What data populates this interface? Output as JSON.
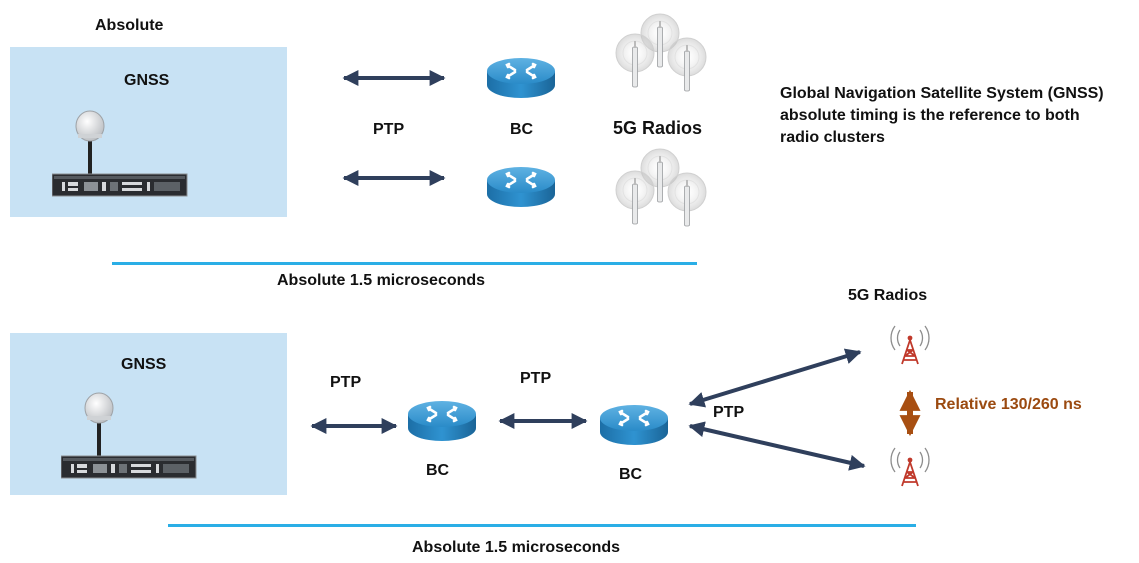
{
  "top": {
    "heading": "Absolute",
    "gnss_label": "GNSS",
    "ptp_label": "PTP",
    "bc_label": "BC",
    "radios_label": "5G Radios",
    "note": "Global Navigation Satellite System (GNSS) absolute timing is the reference to both radio clusters",
    "bottom_label": "Absolute 1.5 microseconds"
  },
  "bottom": {
    "gnss_label": "GNSS",
    "ptp_label_1": "PTP",
    "ptp_label_2": "PTP",
    "ptp_label_3": "PTP",
    "bc_label_1": "BC",
    "bc_label_2": "BC",
    "radios_label": "5G Radios",
    "relative_label": "Relative 130/260 ns",
    "bottom_label": "Absolute 1.5 microseconds"
  },
  "colors": {
    "box_fill": "#c8e2f4",
    "timeline": "#2aaee6",
    "arrow": "#2f3f5c",
    "router": "#1f7fb8",
    "relative_text": "#9b4a10",
    "relative_arrow": "#a84f12",
    "tower": "#c0392b"
  },
  "icons": [
    "gnss-antenna-icon",
    "grandmaster-server-icon",
    "router-icon",
    "wireless-radio-icon",
    "cell-tower-icon"
  ]
}
